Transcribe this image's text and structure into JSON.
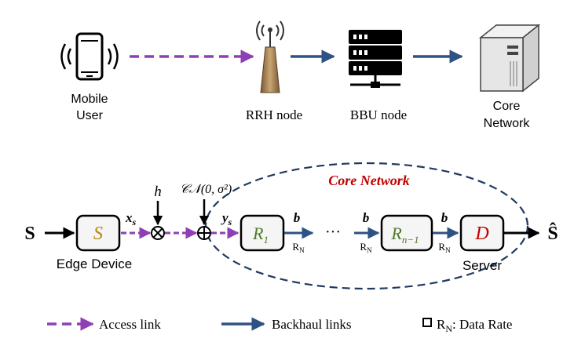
{
  "top": {
    "mobile_label_line1": "Mobile",
    "mobile_label_line2": "User",
    "rrh_label": "RRH node",
    "bbu_label": "BBU node",
    "core_label_line1": "Core",
    "core_label_line2": "Network"
  },
  "chain": {
    "source": "S",
    "sink": "Ŝ",
    "encoder": "S",
    "relay1_main": "R",
    "relay1_sub": "1",
    "relayn_main": "R",
    "relayn_sub": "n−1",
    "decoder": "D",
    "xs_main": "x",
    "xs_sub": "s",
    "ys_main": "y",
    "ys_sub": "s",
    "h": "h",
    "noise": "𝒞𝒩(0, σ²)",
    "b": "b",
    "rate_main": "R",
    "rate_sub": "N",
    "dots": "···",
    "edge_label": "Edge Device",
    "server_label": "Server",
    "core_network": "Core Network"
  },
  "legend": {
    "access": "Access link",
    "backhaul": "Backhaul links",
    "rate_main": "R",
    "rate_sub": "N",
    "rate_suffix": ": Data Rate"
  },
  "colors": {
    "access": "#8e3fb5",
    "backhaul": "#2e5283",
    "core_title": "#c00000",
    "encoder_S": "#b8860b",
    "relay": "#4f7a28",
    "decoder": "#c00000",
    "block_fill": "#f5f5f5"
  }
}
